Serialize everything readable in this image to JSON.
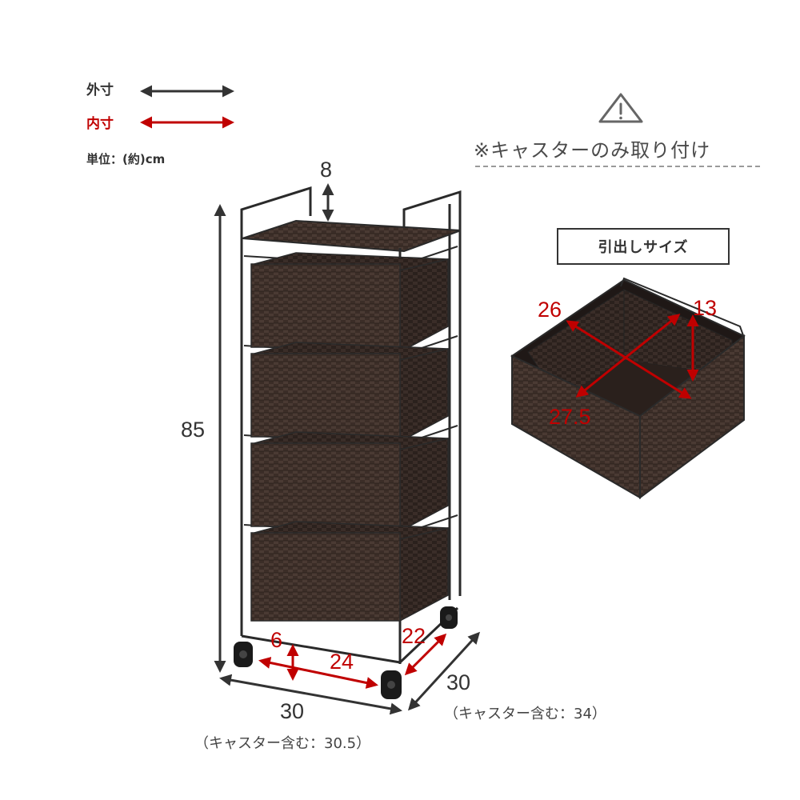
{
  "legend": {
    "outer_label": "外寸",
    "inner_label": "内寸",
    "unit_label": "単位：(約)cm"
  },
  "notice": {
    "icon": "warning-triangle-icon",
    "text": "※キャスターのみ取り付け"
  },
  "drawer_size": {
    "box_label": "引出しサイズ",
    "width": "26",
    "height": "13",
    "depth": "27.5"
  },
  "rack": {
    "top_rail_height": "8",
    "total_height": "85",
    "width": "30",
    "width_caption": "（キャスター含む：30.5）",
    "depth": "30",
    "depth_caption": "（キャスター含む：34）",
    "inner_height": "6",
    "inner_width": "24",
    "inner_depth": "22"
  },
  "colors": {
    "outer_arrow": "#333333",
    "inner_arrow": "#c00000",
    "rattan": "#3a2c26",
    "frame": "#2a2a2a"
  }
}
